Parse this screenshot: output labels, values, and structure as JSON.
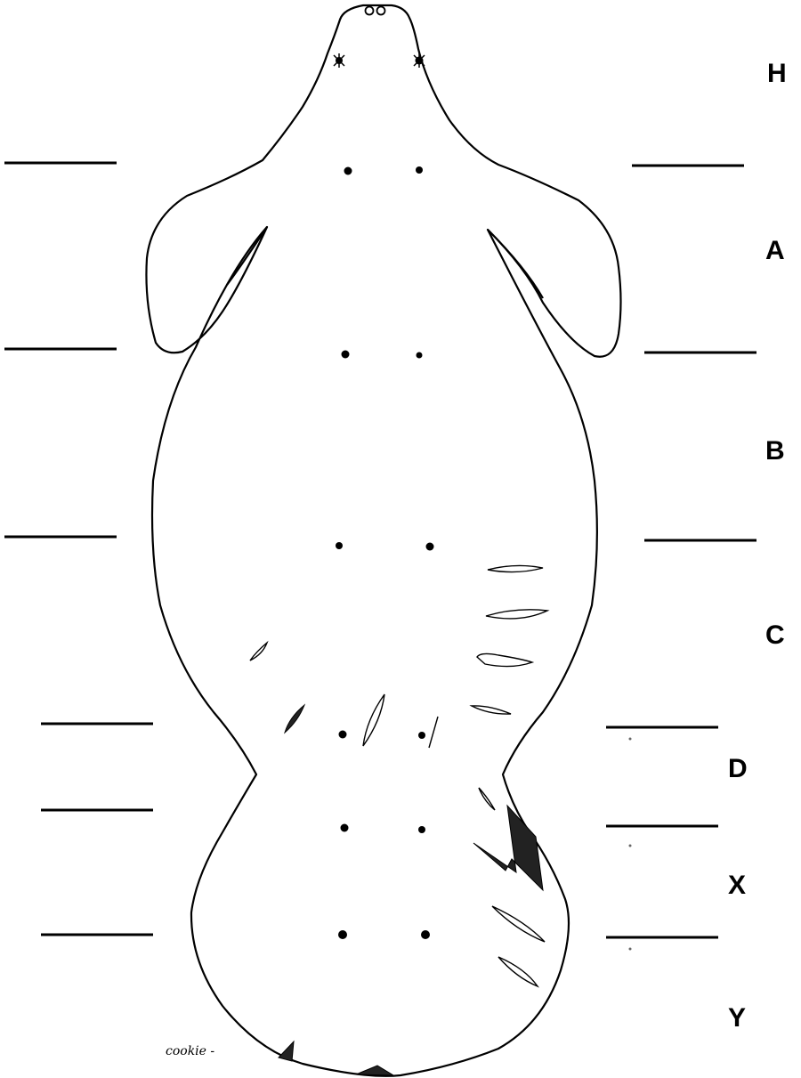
{
  "zones": [
    {
      "id": "H",
      "label": "H"
    },
    {
      "id": "A",
      "label": "A"
    },
    {
      "id": "B",
      "label": "B"
    },
    {
      "id": "C",
      "label": "C"
    },
    {
      "id": "D",
      "label": "D"
    },
    {
      "id": "X",
      "label": "X"
    },
    {
      "id": "Y",
      "label": "Y"
    }
  ],
  "annotation": {
    "handwritten_note": "cookie -"
  }
}
